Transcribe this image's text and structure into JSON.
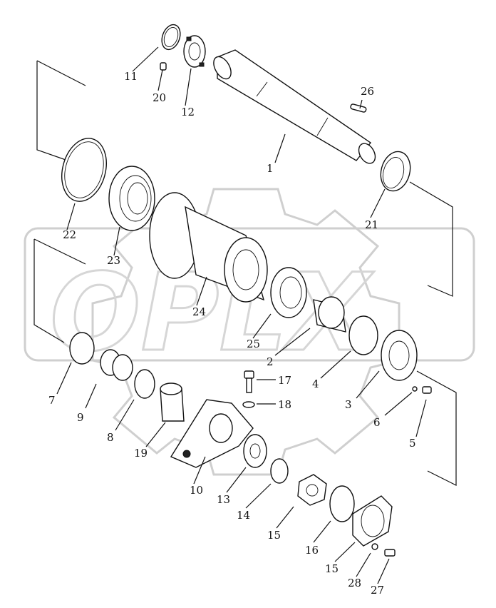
{
  "watermark": {
    "text": "OPLX"
  },
  "labels": [
    {
      "id": "1",
      "text": "1"
    },
    {
      "id": "2",
      "text": "2"
    },
    {
      "id": "3",
      "text": "3"
    },
    {
      "id": "4",
      "text": "4"
    },
    {
      "id": "5",
      "text": "5"
    },
    {
      "id": "6",
      "text": "6"
    },
    {
      "id": "7",
      "text": "7"
    },
    {
      "id": "8",
      "text": "8"
    },
    {
      "id": "9",
      "text": "9"
    },
    {
      "id": "10",
      "text": "10"
    },
    {
      "id": "11",
      "text": "11"
    },
    {
      "id": "12",
      "text": "12"
    },
    {
      "id": "13",
      "text": "13"
    },
    {
      "id": "14",
      "text": "14"
    },
    {
      "id": "15a",
      "text": "15"
    },
    {
      "id": "15b",
      "text": "15"
    },
    {
      "id": "16",
      "text": "16"
    },
    {
      "id": "17",
      "text": "17"
    },
    {
      "id": "18",
      "text": "18"
    },
    {
      "id": "19",
      "text": "19"
    },
    {
      "id": "20",
      "text": "20"
    },
    {
      "id": "21",
      "text": "21"
    },
    {
      "id": "22",
      "text": "22"
    },
    {
      "id": "23",
      "text": "23"
    },
    {
      "id": "24",
      "text": "24"
    },
    {
      "id": "25",
      "text": "25"
    },
    {
      "id": "26",
      "text": "26"
    },
    {
      "id": "27",
      "text": "27"
    },
    {
      "id": "28",
      "text": "28"
    }
  ]
}
